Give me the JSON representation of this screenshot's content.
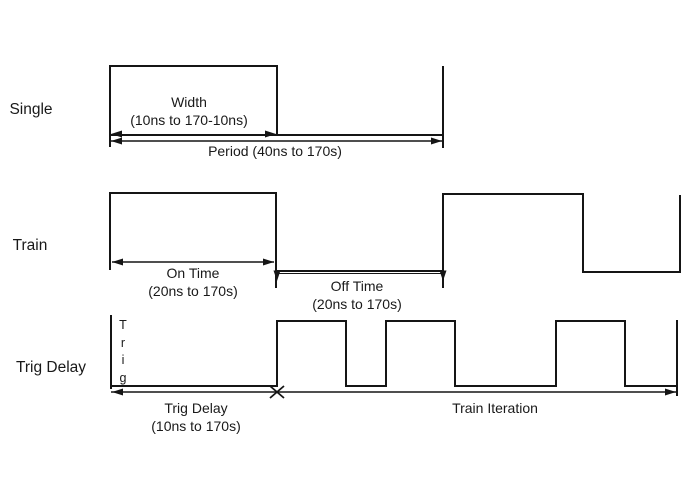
{
  "page": {
    "background_color": "#ffffff",
    "line_color": "#151515"
  },
  "rows": {
    "single": {
      "row_label": "Single",
      "width_label_line1": "Width",
      "width_label_line2": "(10ns to 170-10ns)",
      "period_label": "Period (40ns to 170s)"
    },
    "train": {
      "row_label": "Train",
      "on_time_line1": "On Time",
      "on_time_line2": "(20ns to 170s)",
      "off_time_line1": "Off Time",
      "off_time_line2": "(20ns to 170s)"
    },
    "trig_delay": {
      "row_label": "Trig Delay",
      "trig_signal_letters": [
        "T",
        "r",
        "i",
        "g"
      ],
      "delay_label_line1": "Trig Delay",
      "delay_label_line2": "(10ns to 170s)",
      "iteration_label": "Train Iteration"
    }
  }
}
